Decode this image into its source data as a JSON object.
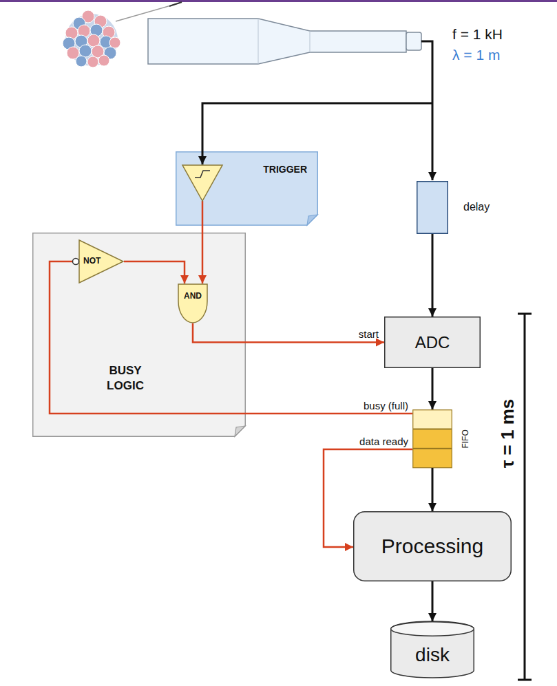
{
  "diagram": {
    "nodes": [
      {
        "text": [
          "TRIGGER"
        ]
      },
      {
        "text": [
          "delay"
        ]
      },
      {
        "text": [
          "BUSY LOGIC"
        ]
      },
      {
        "text": [
          "NOT"
        ],
        "in": 2
      },
      {
        "text": [
          "AND"
        ],
        "in": 2
      },
      {
        "text": [
          "ADC"
        ]
      },
      {
        "text": [
          "FIFO"
        ]
      },
      {
        "text": [
          "Processing"
        ]
      },
      {
        "text": [
          "disk"
        ]
      }
    ],
    "edges": [
      {
        "from": 0,
        "to": 4,
        "arrow": "to"
      },
      {
        "from": 3,
        "to": 4,
        "arrow": "to"
      },
      {
        "from": 1,
        "to": 5,
        "arrow": "to"
      },
      {
        "from": 4,
        "to": 5,
        "label": "start",
        "arrow": "to"
      },
      {
        "from": 5,
        "to": 6,
        "arrow": "to"
      },
      {
        "from": 6,
        "to": 3,
        "label": "busy (full)",
        "arrow": "none"
      },
      {
        "from": 6,
        "to": 7,
        "arrow": "to"
      },
      {
        "from": 6,
        "to": 7,
        "label": "data ready",
        "arrow": "to"
      },
      {
        "from": 7,
        "to": 8,
        "arrow": "to"
      }
    ],
    "labels": [
      "f = 1 kH",
      "λ = 1 m",
      "τ = 1 ms"
    ]
  }
}
